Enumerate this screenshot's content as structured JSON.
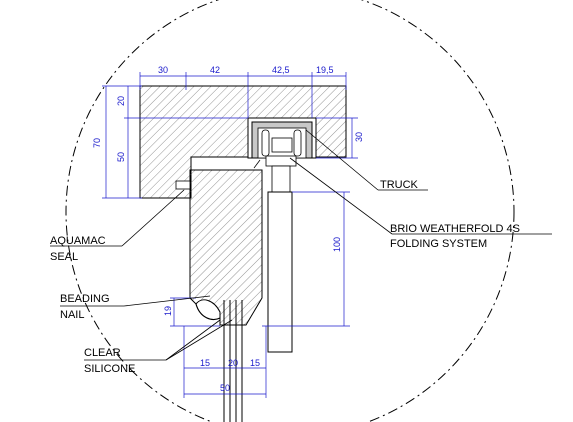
{
  "drawing": {
    "dimensions": {
      "top_30": "30",
      "top_42": "42",
      "top_42_5": "42,5",
      "top_19_5": "19,5",
      "left_20": "20",
      "left_70": "70",
      "left_50": "50",
      "right_30": "30",
      "right_100": "100",
      "left_19": "19",
      "bottom_15a": "15",
      "bottom_20": "20",
      "bottom_15b": "15",
      "bottom_50": "50"
    },
    "callouts": {
      "truck": "TRUCK",
      "system_line1": "BRIO WEATHERFOLD 4S",
      "system_line2": "FOLDING SYSTEM",
      "seal_line1": "AQUAMAC",
      "seal_line2": "SEAL",
      "beading_line1": "BEADING",
      "beading_line2": "NAIL",
      "silicone_line1": "CLEAR",
      "silicone_line2": "SILICONE"
    },
    "colors": {
      "outline": "#000000",
      "dimension": "#1a1acc",
      "hatch": "#555555"
    }
  }
}
